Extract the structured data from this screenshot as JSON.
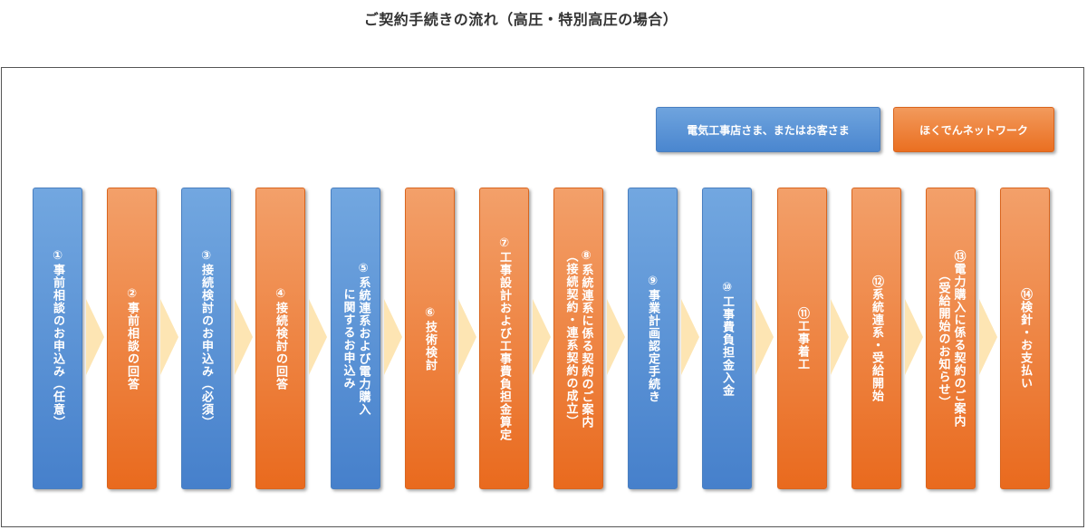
{
  "title": "ご契約手続きの流れ（高圧・特別高圧の場合）",
  "legend": {
    "customer": "電気工事店さま、またはお客さま",
    "network": "ほくでんネットワーク"
  },
  "colors": {
    "customer": "#5b94d6",
    "network": "#ed7d31",
    "arrow": "#fde5b3"
  },
  "steps": [
    {
      "label": "①事前相談のお申込み（任意）",
      "party": "customer"
    },
    {
      "label": "②事前相談の回答",
      "party": "network"
    },
    {
      "label": "③接続検討のお申込み（必須）",
      "party": "customer"
    },
    {
      "label": "④接続検討の回答",
      "party": "network"
    },
    {
      "label": "⑤系統連系および電力購入\nに関するお申込み",
      "party": "customer"
    },
    {
      "label": "⑥技術検討",
      "party": "network"
    },
    {
      "label": "⑦工事設計および工事費負担金算定",
      "party": "network"
    },
    {
      "label": "⑧系統連系に係る契約のご案内\n（接続契約・連系契約の成立）",
      "party": "network"
    },
    {
      "label": "⑨事業計画認定手続き",
      "party": "customer"
    },
    {
      "label": "⑩工事費負担金入金",
      "party": "customer"
    },
    {
      "label": "⑪工事着工",
      "party": "network"
    },
    {
      "label": "⑫系統連系・受給開始",
      "party": "network"
    },
    {
      "label": "⑬電力購入に係る契約のご案内\n（受給開始のお知らせ）",
      "party": "network"
    },
    {
      "label": "⑭検針・お支払い",
      "party": "network"
    }
  ]
}
